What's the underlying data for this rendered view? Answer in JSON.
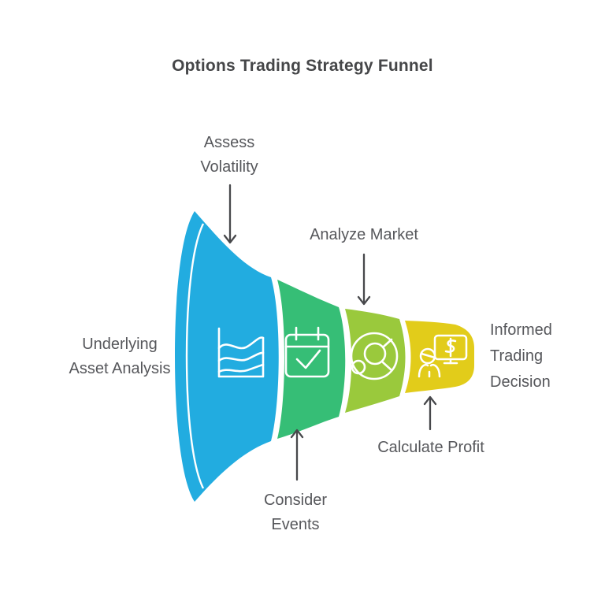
{
  "title": "Options Trading Strategy Funnel",
  "colors": {
    "stage_blue": "#22ACE0",
    "stage_green": "#36BE76",
    "stage_olive": "#9AC93C",
    "stage_yellow": "#E2CC1A",
    "label_text": "#56575B",
    "title_text": "#454648",
    "arrow": "#47484B",
    "icon_stroke": "#FFFFFF"
  },
  "stages": [
    {
      "name": "assess-volatility",
      "color": "#22ACE0",
      "icon": "wave-chart-icon"
    },
    {
      "name": "consider-events",
      "color": "#36BE76",
      "icon": "calendar-check-icon"
    },
    {
      "name": "analyze-market",
      "color": "#9AC93C",
      "icon": "donut-chart-icon"
    },
    {
      "name": "calculate-profit",
      "color": "#E2CC1A",
      "icon": "profit-screen-icon"
    }
  ],
  "labels": {
    "assess_volatility": {
      "line1": "Assess",
      "line2": "Volatility"
    },
    "analyze_market": "Analyze Market",
    "underlying_asset": {
      "line1": "Underlying",
      "line2": "Asset Analysis"
    },
    "informed_decision": {
      "line1": "Informed",
      "line2": "Trading",
      "line3": "Decision"
    },
    "consider_events": {
      "line1": "Consider",
      "line2": "Events"
    },
    "calculate_profit": "Calculate Profit"
  }
}
